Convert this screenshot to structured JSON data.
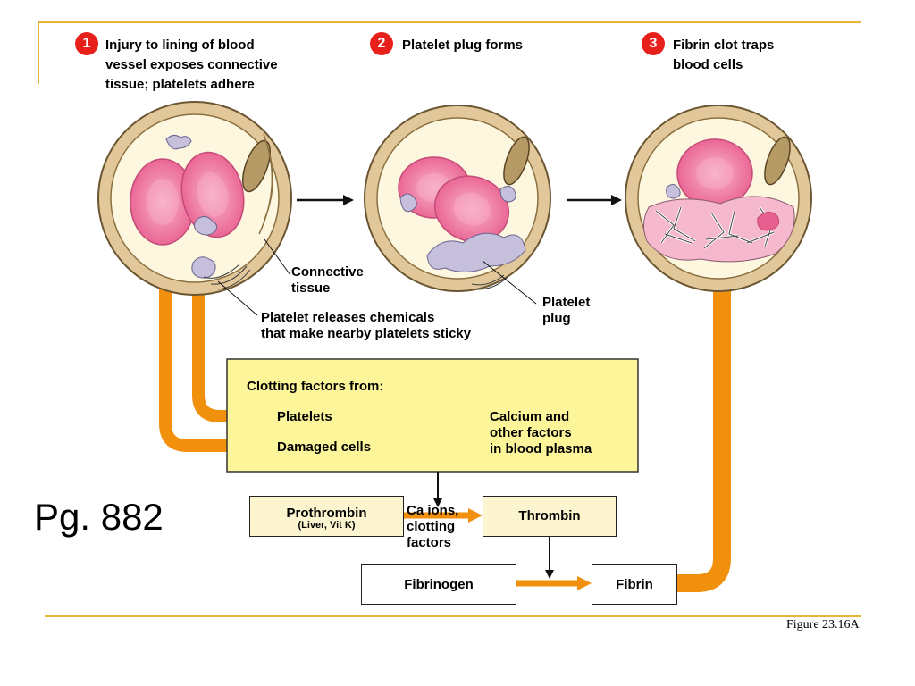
{
  "steps": [
    {
      "number": "1",
      "text_lines": [
        "Injury to lining of blood",
        "vessel exposes connective",
        "tissue; platelets adhere"
      ]
    },
    {
      "number": "2",
      "text_lines": [
        "Platelet plug forms"
      ]
    },
    {
      "number": "3",
      "text_lines": [
        "Fibrin clot traps",
        "blood cells"
      ]
    }
  ],
  "labels": {
    "connective_tissue": [
      "Connective",
      "tissue"
    ],
    "platelet_plug": [
      "Platelet",
      "plug"
    ],
    "platelet_releases": [
      "Platelet releases chemicals",
      "that make nearby platelets sticky"
    ]
  },
  "factors_box": {
    "title": "Clotting factors from:",
    "platelets": "Platelets",
    "damaged_cells": "Damaged cells",
    "plasma_lines": [
      "Calcium and",
      "other factors",
      "in blood plasma"
    ]
  },
  "cascade": {
    "prothrombin": "Prothrombin",
    "prothrombin_note": "(Liver, Vit K)",
    "ca_ions_lines": [
      "Ca ions,",
      "clotting",
      "factors"
    ],
    "thrombin": "Thrombin",
    "fibrinogen": "Fibrinogen",
    "fibrin": "Fibrin"
  },
  "page_note": "Pg. 882",
  "figure_caption": "Figure 23.16A",
  "colors": {
    "gold_rule": "#e8b53a",
    "badge": "#e8201c",
    "arrow_orange": "#f0900d",
    "factors_fill": "#fcf59a",
    "cell_pink": "#f07aa2",
    "platelet_lavender": "#c6c0dc",
    "vessel_wall": "#e2c79a"
  }
}
